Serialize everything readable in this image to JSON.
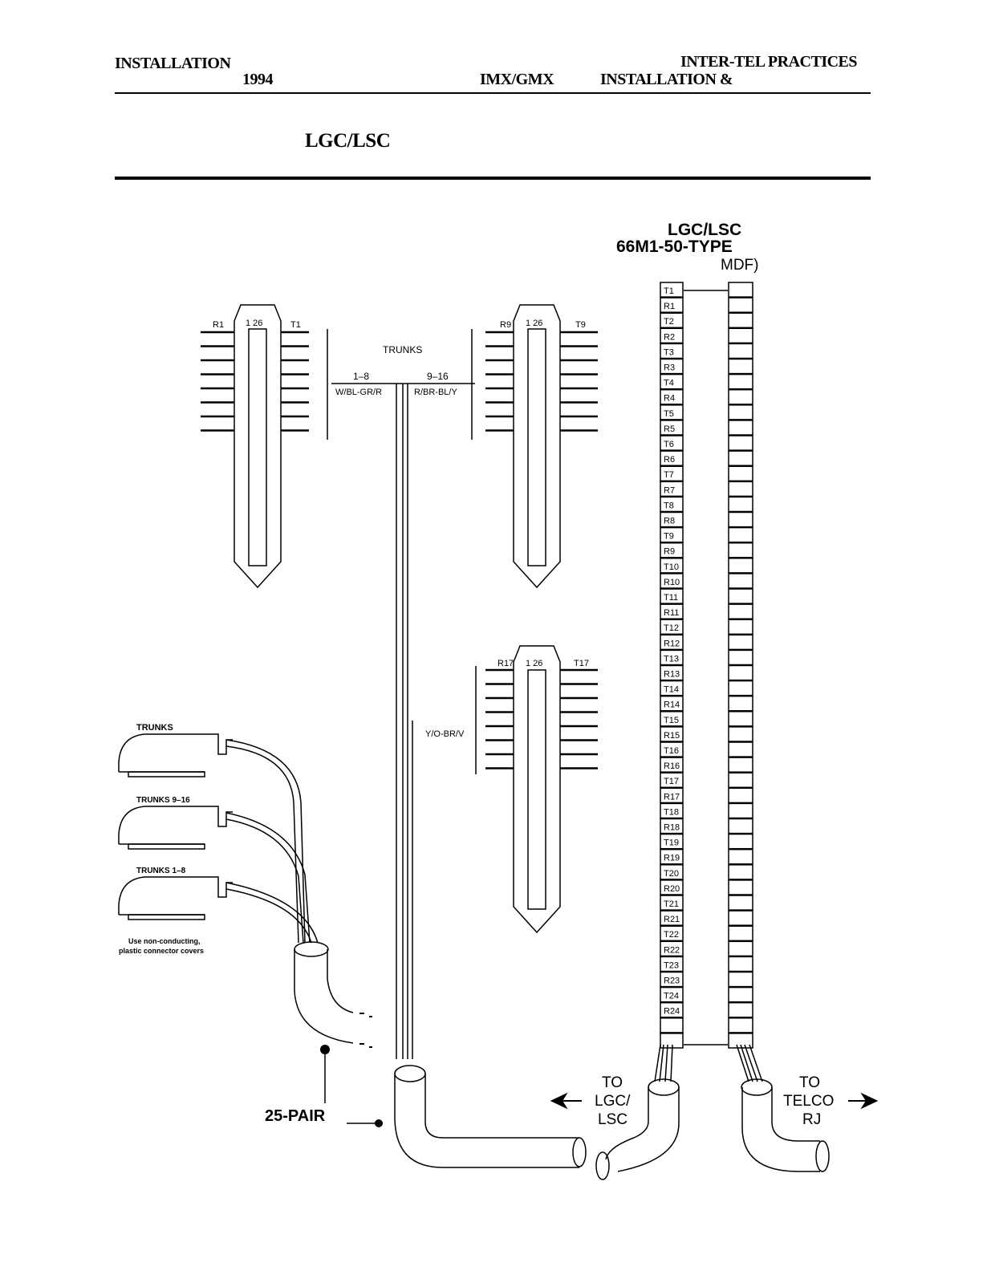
{
  "header": {
    "left_top": "INSTALLATION",
    "left_year": "1994",
    "middle": "IMX/GMX",
    "right_top": "INTER-TEL PRACTICES",
    "right_bottom": "INSTALLATION &",
    "section_title": "LGC/LSC"
  },
  "diagram": {
    "block_title": "LGC/LSC",
    "block_type": "66M1-50-TYPE",
    "block_suffix": "MDF)",
    "trunks_label": "TRUNKS",
    "group_a": "1–8",
    "group_b": "9–16",
    "colors_a": "W/BL-GR/R",
    "colors_b": "R/BR-BL/Y",
    "colors_c": "Y/O-BR/V",
    "connector1": {
      "left": "R1",
      "pins": "1  26",
      "right": "T1"
    },
    "connector2": {
      "left": "R9",
      "pins": "1  26",
      "right": "T9"
    },
    "connector3": {
      "left": "R17",
      "pins": "1  26",
      "right": "T17"
    },
    "plug_labels": [
      "TRUNKS",
      "TRUNKS 9–16",
      "TRUNKS 1–8"
    ],
    "plug_note_1": "Use non-conducting,",
    "plug_note_2": "plastic connector covers",
    "cable_label": "25-PAIR",
    "to_lgc": [
      "TO",
      "LGC/",
      "LSC"
    ],
    "to_telco": [
      "TO",
      "TELCO",
      "RJ"
    ],
    "block_rows": [
      "T1",
      "R1",
      "T2",
      "R2",
      "T3",
      "R3",
      "T4",
      "R4",
      "T5",
      "R5",
      "T6",
      "R6",
      "T7",
      "R7",
      "T8",
      "R8",
      "T9",
      "R9",
      "T10",
      "R10",
      "T11",
      "R11",
      "T12",
      "R12",
      "T13",
      "R13",
      "T14",
      "R14",
      "T15",
      "R15",
      "T16",
      "R16",
      "T17",
      "R17",
      "T18",
      "R18",
      "T19",
      "R19",
      "T20",
      "R20",
      "T21",
      "R21",
      "T22",
      "R22",
      "T23",
      "R23",
      "T24",
      "R24"
    ]
  }
}
